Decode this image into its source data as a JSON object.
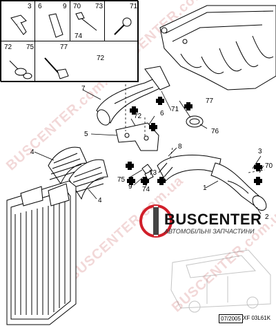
{
  "legend": {
    "cells": [
      {
        "labels": [
          "3"
        ]
      },
      {
        "labels": [
          "6",
          "9"
        ]
      },
      {
        "labels": [
          "70",
          "73",
          "74"
        ]
      },
      {
        "labels": [
          "71"
        ]
      },
      {
        "labels": [
          "72",
          "75"
        ]
      },
      {
        "labels": [
          "77"
        ]
      }
    ]
  },
  "callouts": {
    "c72_top": "72",
    "c7": "7",
    "c72_mid": "72",
    "c6": "6",
    "c71": "71",
    "c77": "77",
    "c76": "76",
    "c5": "5",
    "c4_top": "4",
    "c4_bot": "4",
    "c8": "8",
    "c3": "3",
    "c70": "70",
    "c75": "75",
    "c9": "9",
    "c74": "74",
    "c73": "73",
    "c1": "1",
    "c2": "2"
  },
  "brand": {
    "name": "BUSCENTER",
    "subtitle": "АВТОМОБІЛЬНІ ЗАПЧАСТИНИ",
    "accent": "#d11f2a",
    "watermark": "BUSCENTER.com.ua"
  },
  "footer": {
    "date": "07/2005",
    "code": "XF 03L61K"
  }
}
